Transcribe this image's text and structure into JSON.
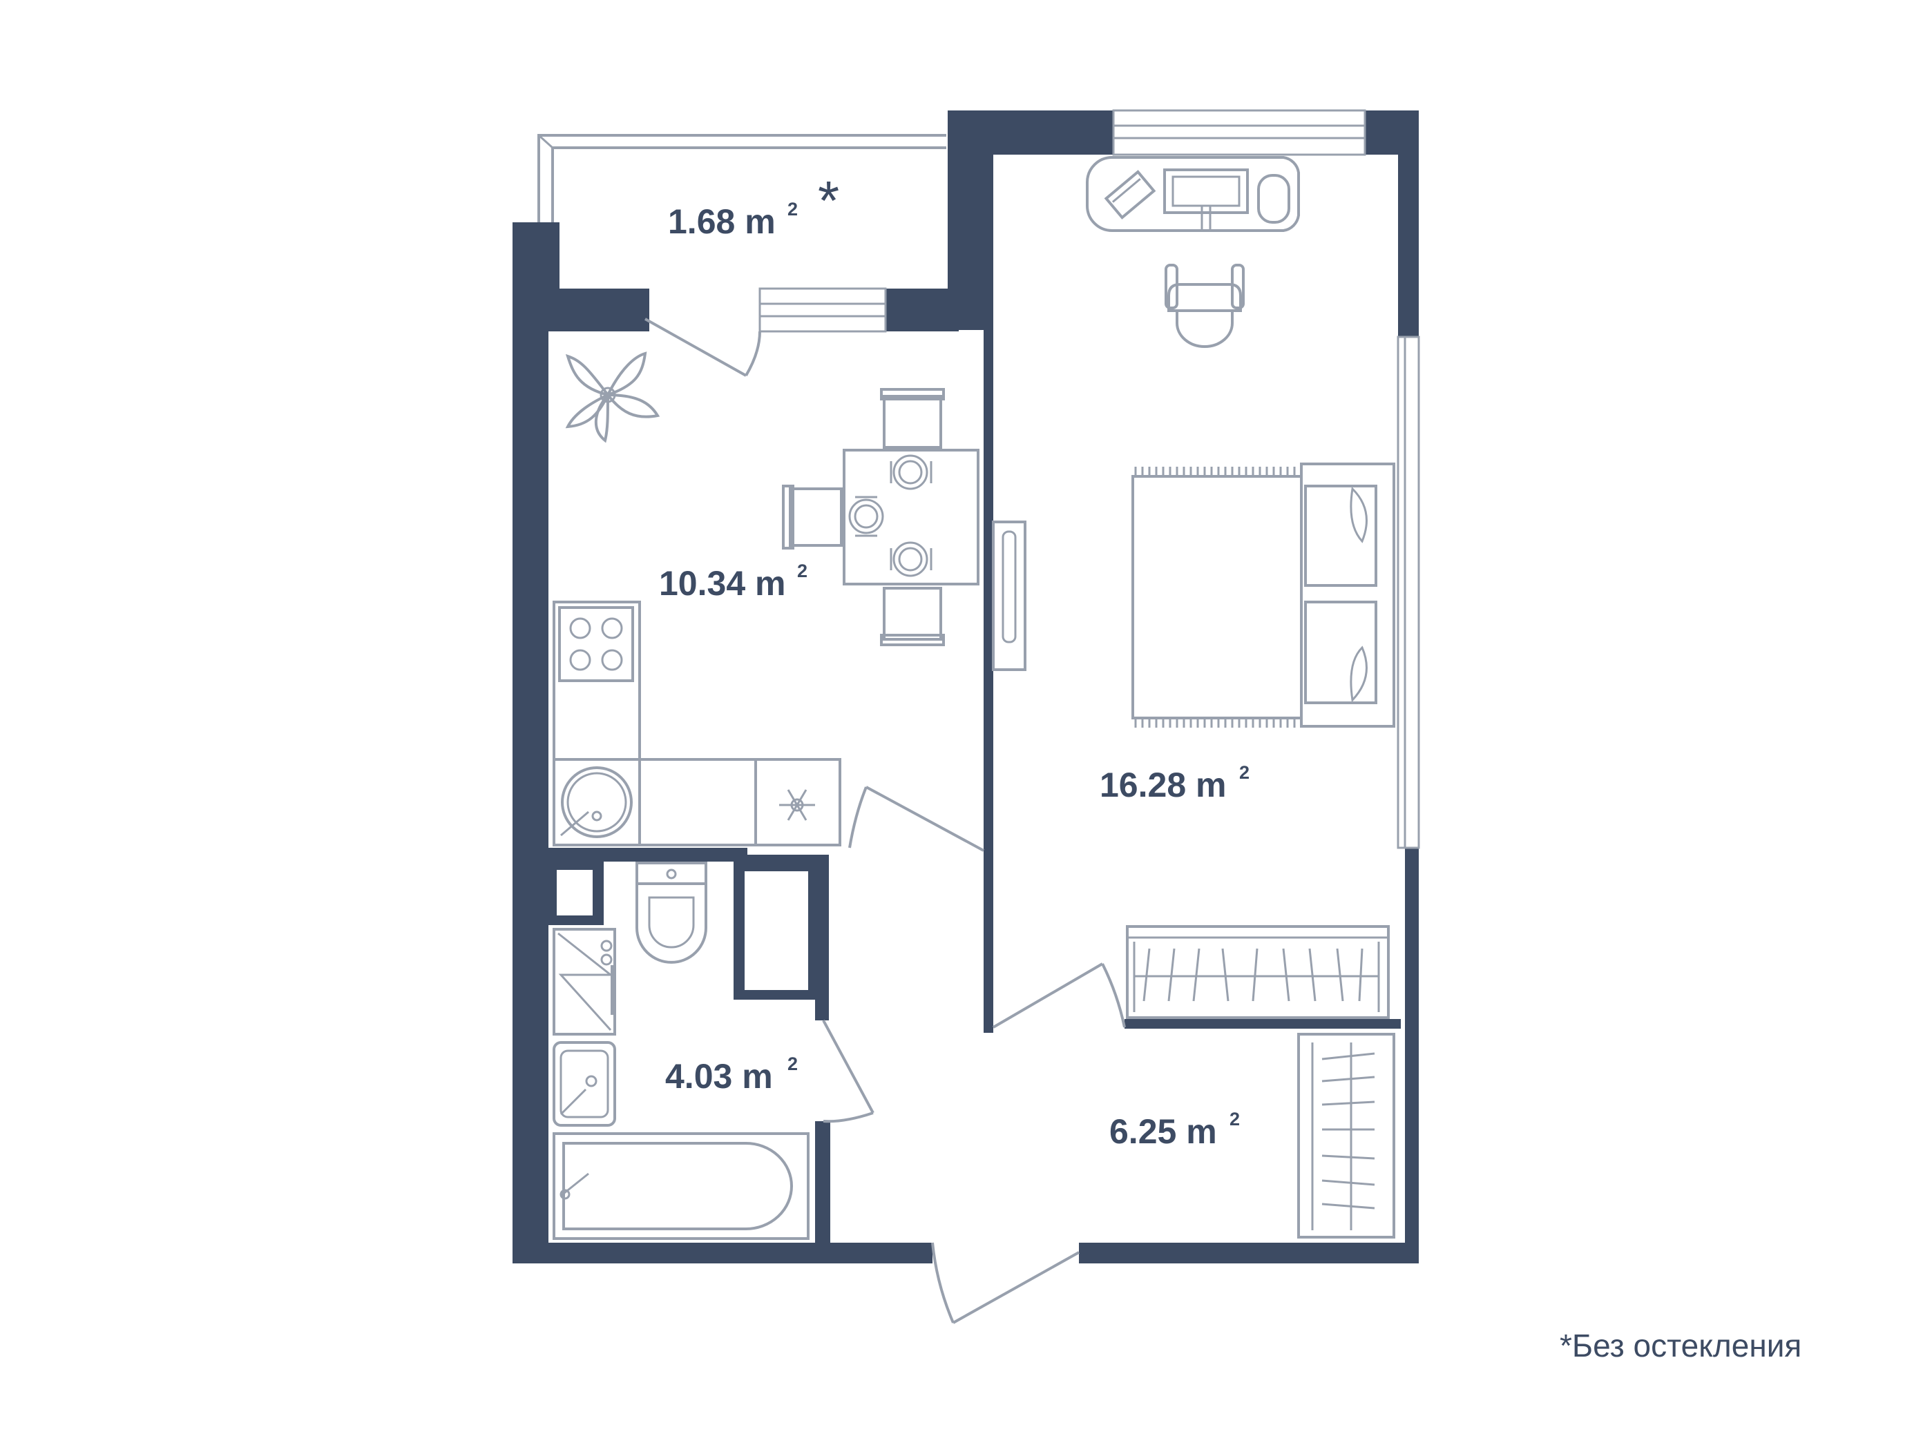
{
  "plan": {
    "rooms": [
      {
        "id": "balcony",
        "area": "1.68",
        "unit": "m",
        "exp": "2",
        "mark": "*"
      },
      {
        "id": "kitchen",
        "area": "10.34",
        "unit": "m",
        "exp": "2"
      },
      {
        "id": "bedroom",
        "area": "16.28",
        "unit": "m",
        "exp": "2"
      },
      {
        "id": "bathroom",
        "area": "4.03",
        "unit": "m",
        "exp": "2"
      },
      {
        "id": "hall",
        "area": "6.25",
        "unit": "m",
        "exp": "2"
      }
    ],
    "footnote": "*Без остекления",
    "colors": {
      "wall": "#3d4b63",
      "furniture": "#98a0ad",
      "background": "#ffffff"
    }
  }
}
